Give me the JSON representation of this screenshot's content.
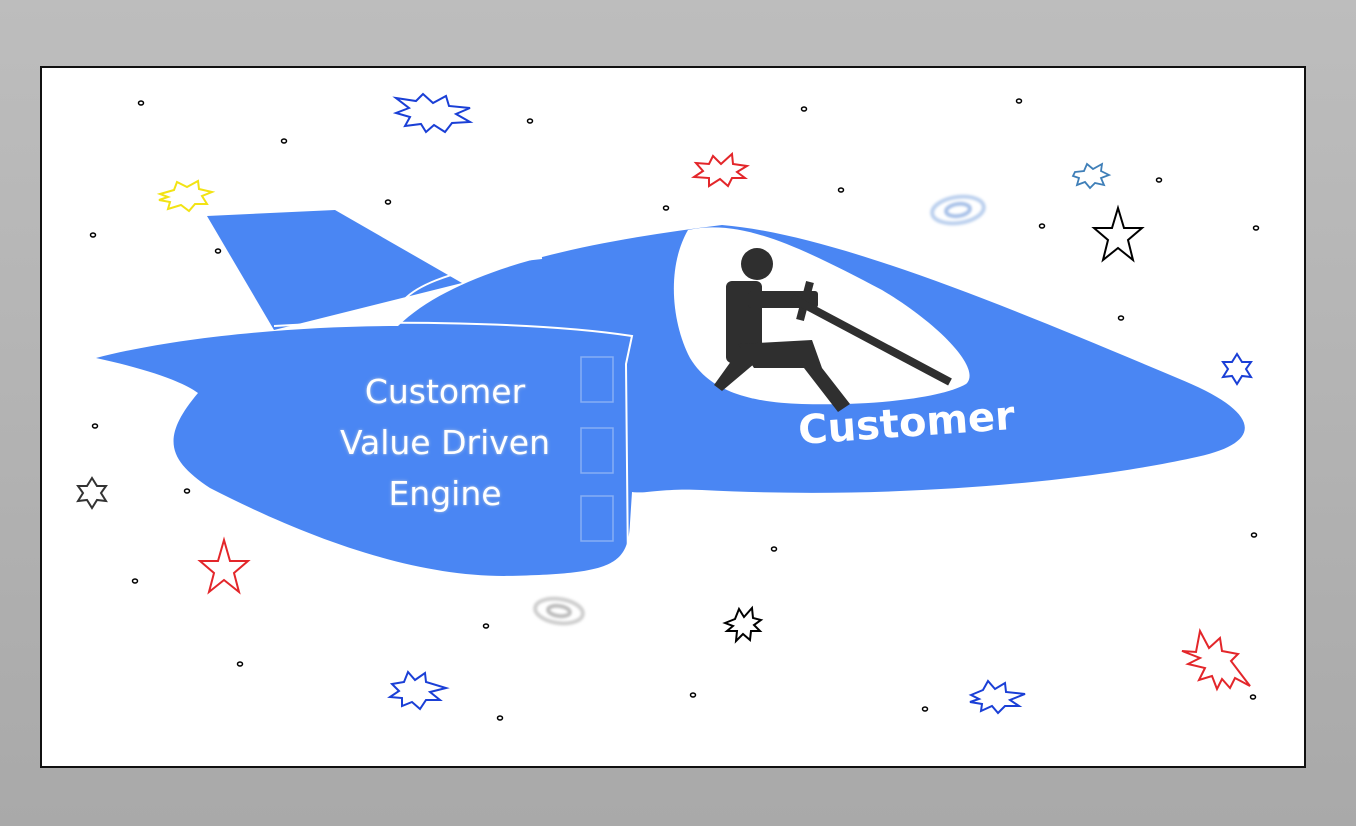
{
  "slide": {
    "engine_label_lines": [
      "Customer",
      "Value Driven",
      "Engine"
    ],
    "cockpit_label": "Customer"
  },
  "colors": {
    "page_background": "#b4b4b4",
    "slide_background": "#ffffff",
    "ship_body": "#4a86f3",
    "pilot": "#2f2f2f",
    "star_red": "#e3262a",
    "star_blue": "#1a3fd6",
    "star_yellow": "#f2e314",
    "star_black": "#000000",
    "star_teal": "#3f7fb8"
  },
  "icons": {
    "spaceship": "spaceship-icon",
    "pilot": "pilot-figure-icon",
    "stars": "star-icon",
    "explosions": "burst-icon",
    "galaxies": "galaxy-swirl-icon"
  }
}
